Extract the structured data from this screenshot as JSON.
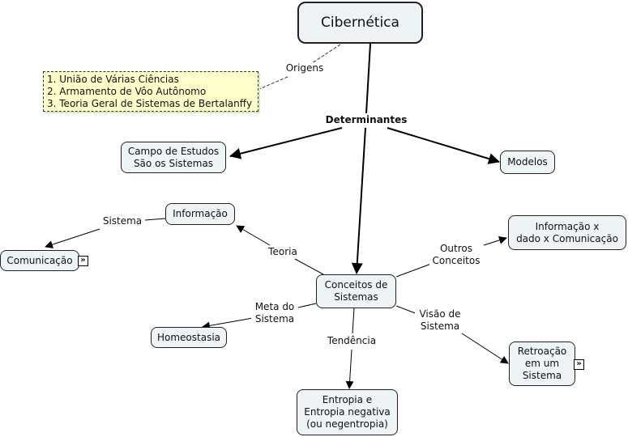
{
  "root": {
    "label": "Cibernética"
  },
  "note": {
    "items": [
      "1. União de Várias Ciências",
      "2. Armamento de Vôo Autônomo",
      "3. Teoria Geral de Sistemas de Bertalanffy"
    ]
  },
  "nodes": {
    "campo": "Campo de Estudos\nSão os Sistemas",
    "modelos": "Modelos",
    "informacao": "Informação",
    "comunicacao": "Comunicação",
    "info_dado": "Informação x\ndado x Comunicação",
    "conceitos": "Conceitos de\nSistemas",
    "homeostasia": "Homeostasia",
    "retroacao": "Retroação\nem um\nSistema",
    "entropia": "Entropia e\nEntropia negativa\n(ou negentropia)"
  },
  "links": {
    "origens": "Origens",
    "determinantes": "Determinantes",
    "sistema": "Sistema",
    "teoria": "Teoria",
    "outros": "Outros\nConceitos",
    "meta": "Meta do\nSistema",
    "visao": "Visão de\nSistema",
    "tendencia": "Tendência"
  },
  "icons": {
    "expand": "»"
  }
}
